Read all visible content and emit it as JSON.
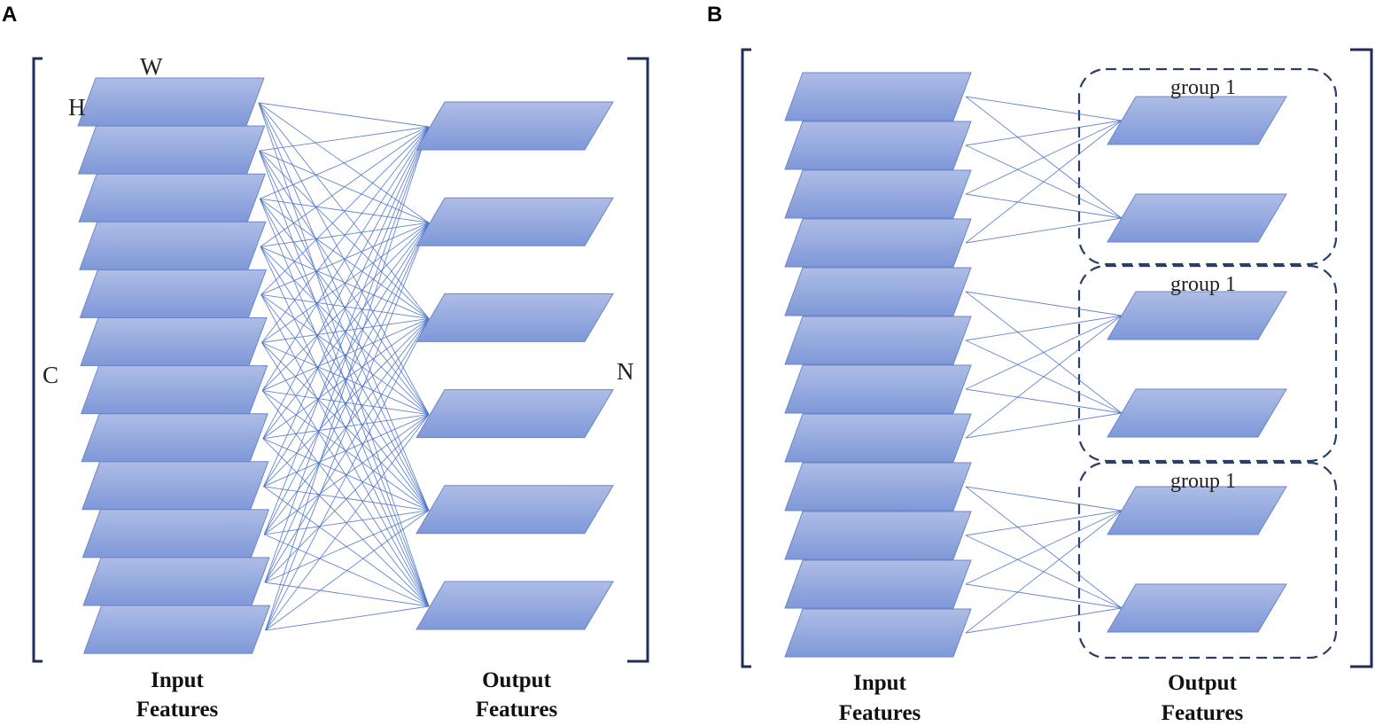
{
  "colors": {
    "feature_map_top": "#aebde6",
    "feature_map_bottom": "#7f98d8",
    "connection_line": "#4a72c8",
    "bracket": "#1f2d5a",
    "group_box": "#2a3f66"
  },
  "panel_a": {
    "letter": "A",
    "dims": {
      "w": "W",
      "h": "H",
      "c": "C",
      "n": "N"
    },
    "input_label": [
      "Input",
      "Features"
    ],
    "output_label": [
      "Output",
      "Features"
    ],
    "input_map_count": 12,
    "output_map_count": 6,
    "connectivity": "full"
  },
  "panel_b": {
    "letter": "B",
    "input_label": [
      "Input",
      "Features"
    ],
    "output_label": [
      "Output",
      "Features"
    ],
    "input_map_count": 12,
    "output_map_count": 6,
    "connectivity": "grouped",
    "groups": [
      {
        "label": "group 1",
        "inputs": 4,
        "outputs": 2
      },
      {
        "label": "group 1",
        "inputs": 4,
        "outputs": 2
      },
      {
        "label": "group 1",
        "inputs": 4,
        "outputs": 2
      }
    ]
  }
}
